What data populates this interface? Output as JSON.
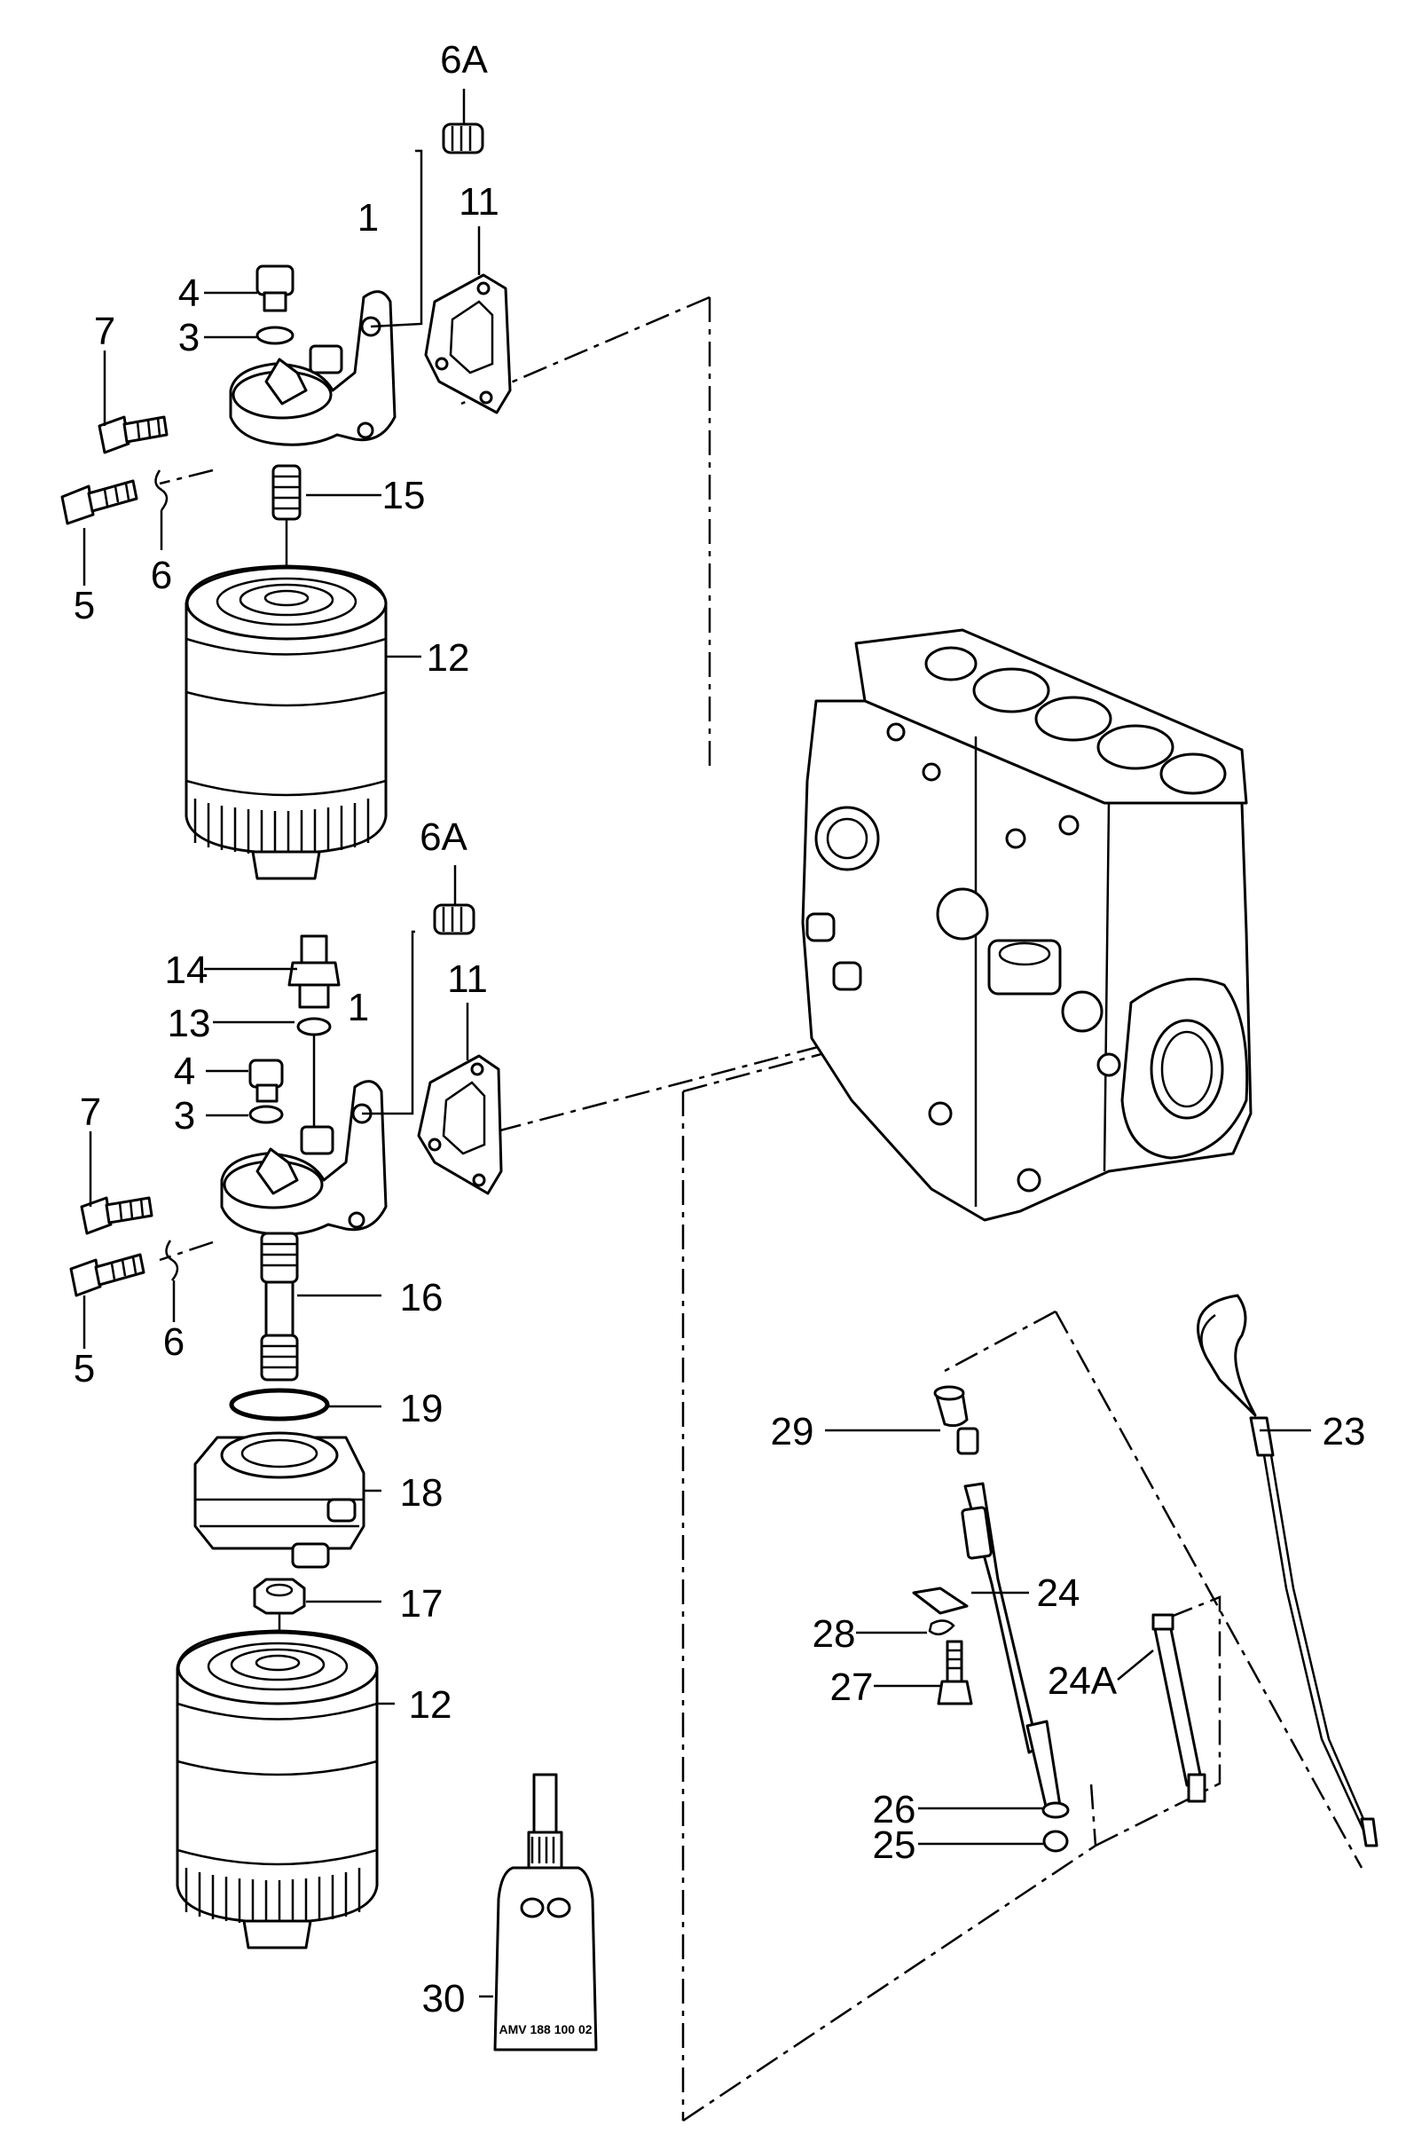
{
  "diagram": {
    "callouts": [
      {
        "id": "c-6a-top",
        "text": "6A"
      },
      {
        "id": "c-1-top",
        "text": "1"
      },
      {
        "id": "c-11-top",
        "text": "11"
      },
      {
        "id": "c-4-top",
        "text": "4"
      },
      {
        "id": "c-3-top",
        "text": "3"
      },
      {
        "id": "c-7-top",
        "text": "7"
      },
      {
        "id": "c-15",
        "text": "15"
      },
      {
        "id": "c-5-top",
        "text": "5"
      },
      {
        "id": "c-6-top",
        "text": "6"
      },
      {
        "id": "c-12-top",
        "text": "12"
      },
      {
        "id": "c-6a-mid",
        "text": "6A"
      },
      {
        "id": "c-14",
        "text": "14"
      },
      {
        "id": "c-13",
        "text": "13"
      },
      {
        "id": "c-1-mid",
        "text": "1"
      },
      {
        "id": "c-11-mid",
        "text": "11"
      },
      {
        "id": "c-4-mid",
        "text": "4"
      },
      {
        "id": "c-3-mid",
        "text": "3"
      },
      {
        "id": "c-7-mid",
        "text": "7"
      },
      {
        "id": "c-5-mid",
        "text": "5"
      },
      {
        "id": "c-6-mid",
        "text": "6"
      },
      {
        "id": "c-16",
        "text": "16"
      },
      {
        "id": "c-19",
        "text": "19"
      },
      {
        "id": "c-18",
        "text": "18"
      },
      {
        "id": "c-17",
        "text": "17"
      },
      {
        "id": "c-12-bot",
        "text": "12"
      },
      {
        "id": "c-30",
        "text": "30"
      },
      {
        "id": "c-29",
        "text": "29"
      },
      {
        "id": "c-23",
        "text": "23"
      },
      {
        "id": "c-24",
        "text": "24"
      },
      {
        "id": "c-28",
        "text": "28"
      },
      {
        "id": "c-27",
        "text": "27"
      },
      {
        "id": "c-24a",
        "text": "24A"
      },
      {
        "id": "c-26",
        "text": "26"
      },
      {
        "id": "c-25",
        "text": "25"
      }
    ],
    "tube_label": "AMV 188 100 02"
  }
}
